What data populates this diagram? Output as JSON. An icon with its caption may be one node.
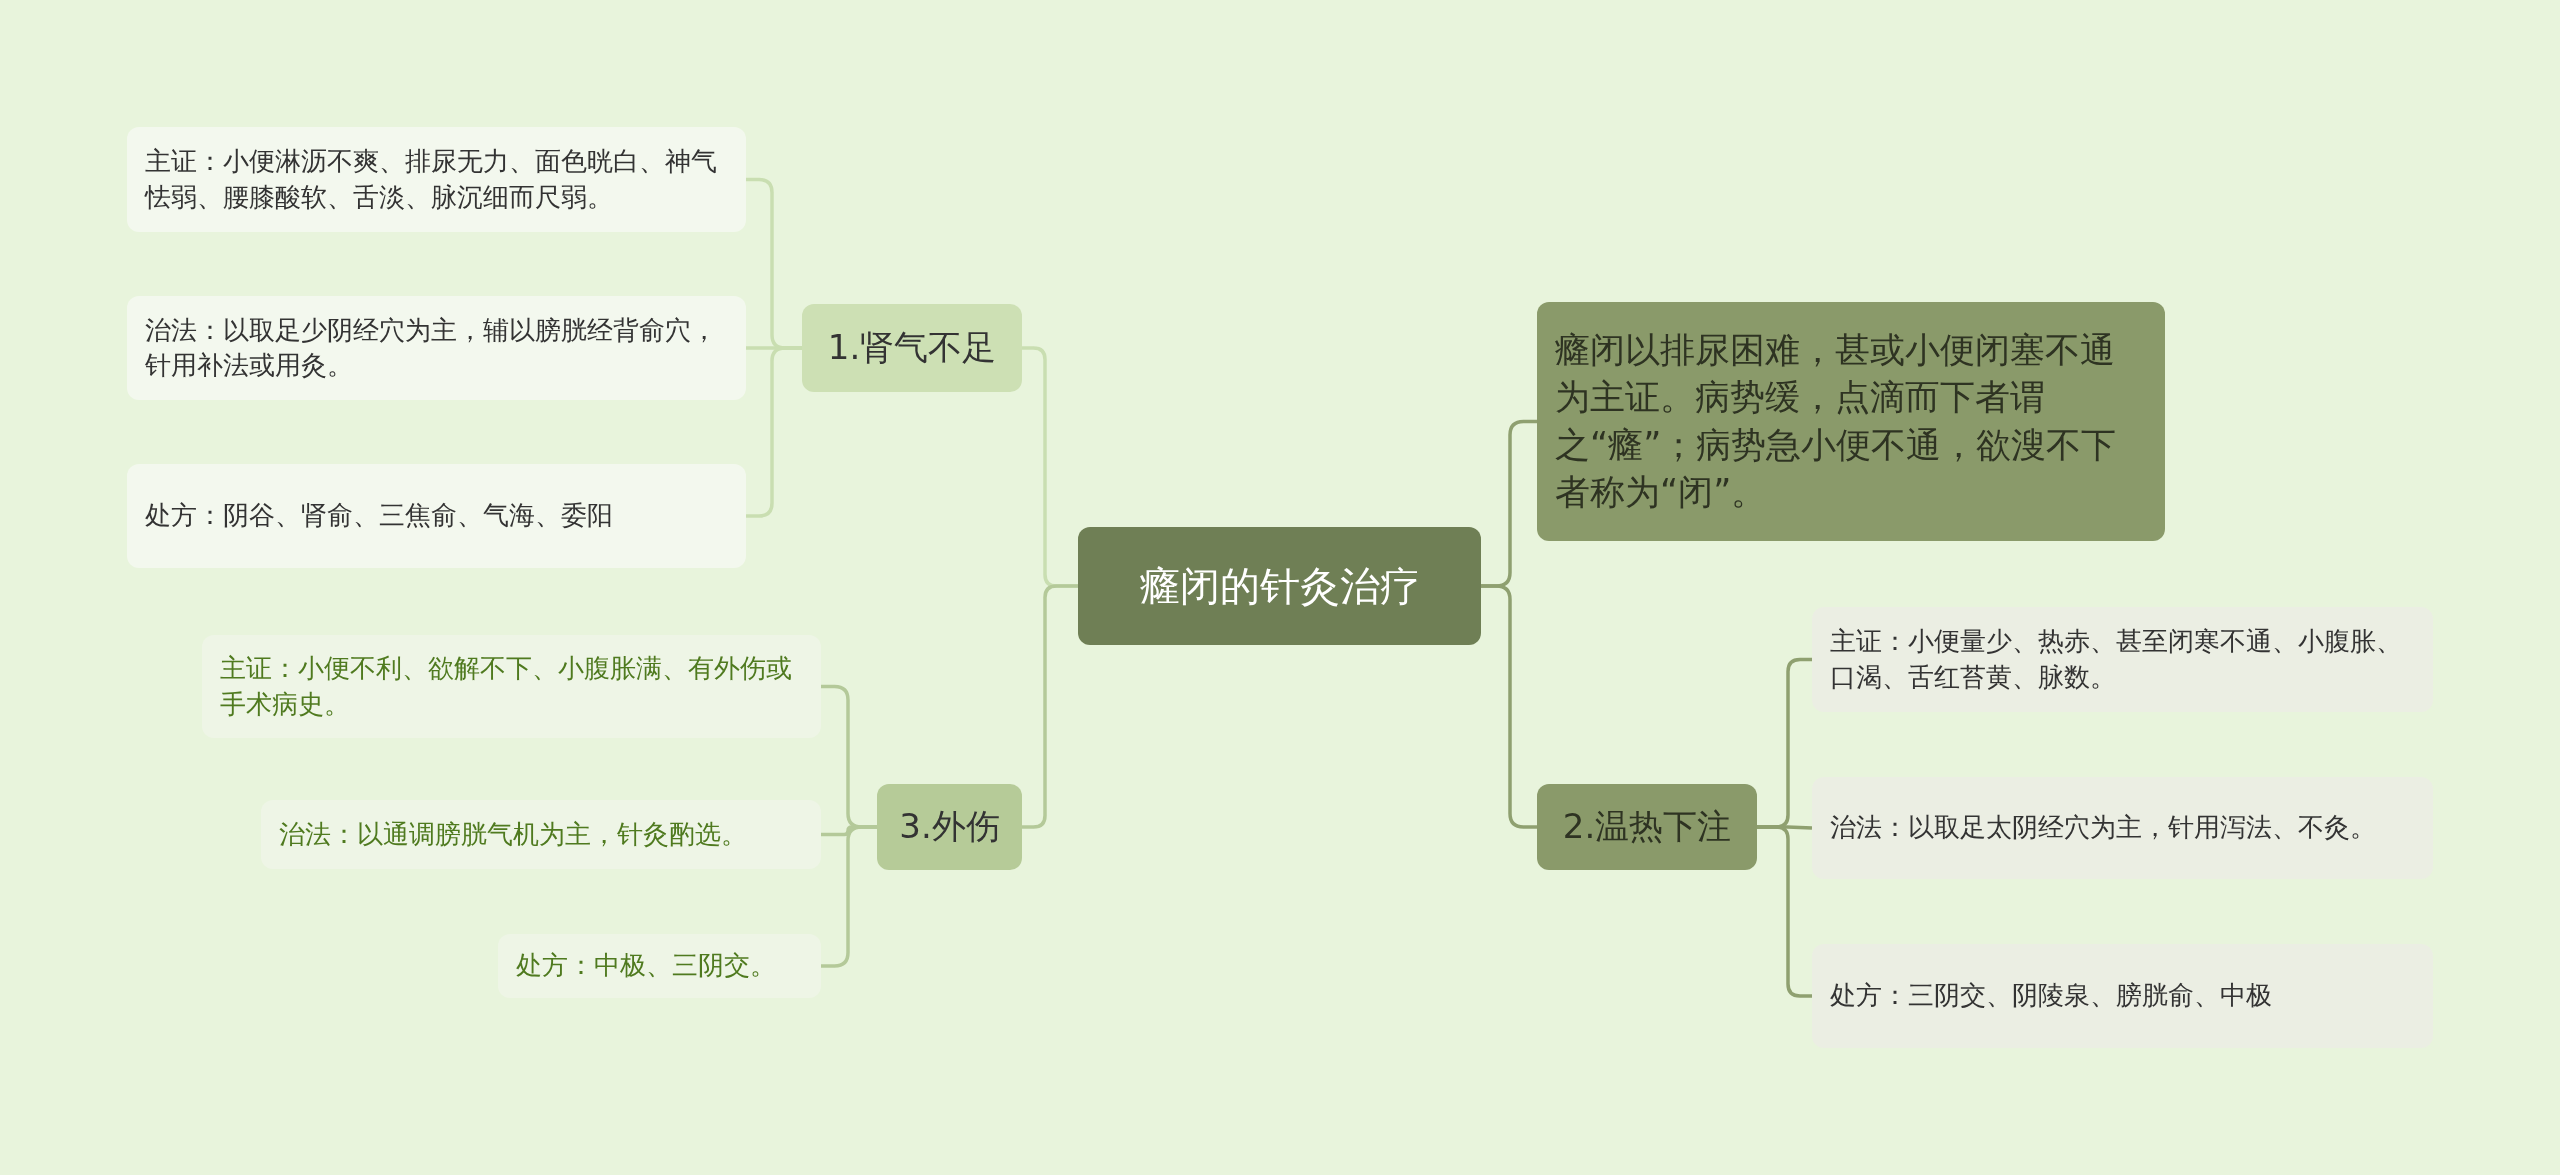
{
  "diagram": {
    "nodes": [
      {
        "text": [
          "癃闭的针灸治疗"
        ]
      },
      {
        "text": [
          "1.肾气不足"
        ]
      },
      {
        "text": [
          "主证：小便淋沥不爽、排尿无力、面色晄白、神气怯弱、腰膝酸软、舌淡、脉沉细而尺弱。"
        ]
      },
      {
        "text": [
          "治法：以取足少阴经穴为主，辅以膀胱经背俞穴，针用补法或用灸。"
        ]
      },
      {
        "text": [
          "处方：阴谷、肾俞、三焦俞、气海、委阳"
        ]
      },
      {
        "text": [
          "3.外伤"
        ]
      },
      {
        "text": [
          "主证：小便不利、欲解不下、小腹胀满、有外伤或手术病史。"
        ]
      },
      {
        "text": [
          "治法：以通调膀胱气机为主，针灸酌选。"
        ]
      },
      {
        "text": [
          "处方：中极、三阴交。"
        ]
      },
      {
        "text": [
          "癃闭以排尿困难，甚或小便闭塞不通为主证。病势缓，点滴而下者谓之“癃”；病势急小便不通，欲溲不下者称为“闭”。"
        ]
      },
      {
        "text": [
          "2.温热下注"
        ]
      },
      {
        "text": [
          "主证：小便量少、热赤、甚至闭寒不通、小腹胀、口渴、舌红苔黄、脉数。"
        ]
      },
      {
        "text": [
          "治法：以取足太阴经穴为主，针用泻法、不灸。"
        ]
      },
      {
        "text": [
          "处方：三阴交、阴陵泉、膀胱俞、中极"
        ]
      }
    ],
    "edges": [
      {
        "from": 0,
        "to": 1,
        "arrow": "none",
        "color": "#c9deb1"
      },
      {
        "from": 1,
        "to": 2,
        "arrow": "none",
        "color": "#c9deb1"
      },
      {
        "from": 1,
        "to": 3,
        "arrow": "none",
        "color": "#c9deb1"
      },
      {
        "from": 1,
        "to": 4,
        "arrow": "none",
        "color": "#c9deb1"
      },
      {
        "from": 0,
        "to": 5,
        "arrow": "none",
        "color": "#b4c999"
      },
      {
        "from": 5,
        "to": 6,
        "arrow": "none",
        "color": "#b4c999"
      },
      {
        "from": 5,
        "to": 7,
        "arrow": "none",
        "color": "#b4c999"
      },
      {
        "from": 5,
        "to": 8,
        "arrow": "none",
        "color": "#b4c999"
      },
      {
        "from": 0,
        "to": 9,
        "arrow": "none"
      },
      {
        "from": 0,
        "to": 10,
        "arrow": "none"
      },
      {
        "from": 10,
        "to": 11,
        "arrow": "none"
      },
      {
        "from": 10,
        "to": 12,
        "arrow": "none"
      },
      {
        "from": 10,
        "to": 13,
        "arrow": "none"
      }
    ]
  }
}
